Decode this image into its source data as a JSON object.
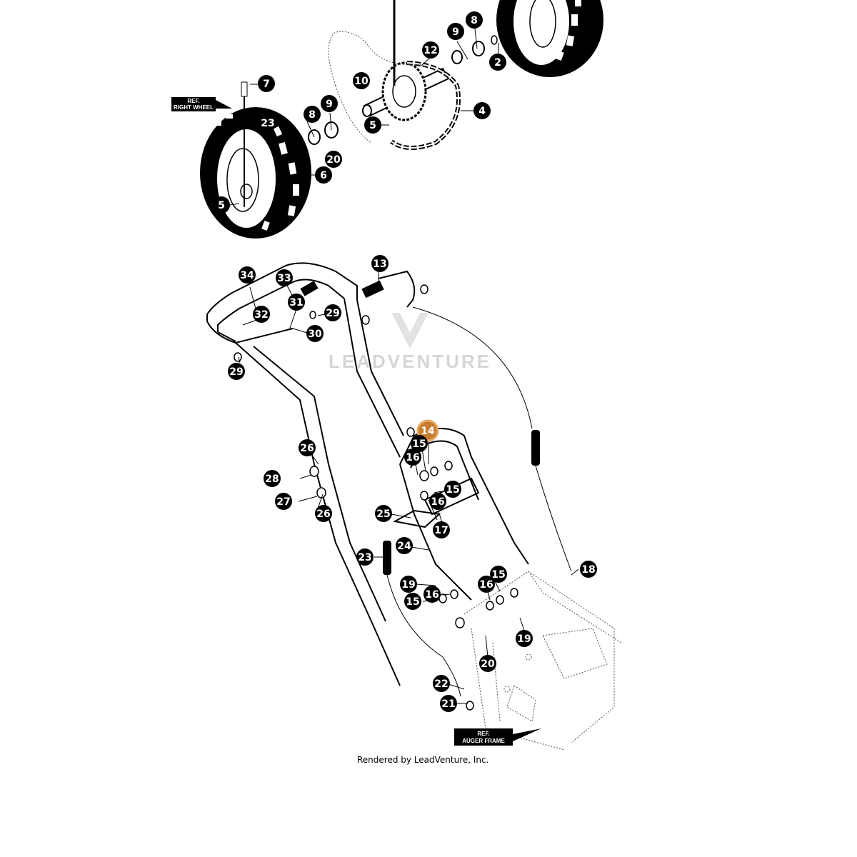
{
  "colors": {
    "callout": "#000000",
    "highlight": "#c87d2e",
    "watermark": "#d6d6d6"
  },
  "ref_labels": {
    "right_wheel": [
      "REF.",
      "RIGHT WHEEL"
    ],
    "auger_frame": [
      "REF.",
      "AUGER FRAME"
    ]
  },
  "watermark": "LEADVENTURE",
  "credit": "Rendered by LeadVenture, Inc.",
  "callouts": [
    {
      "label": "7"
    },
    {
      "label": "8"
    },
    {
      "label": "9"
    },
    {
      "label": "8"
    },
    {
      "label": "9"
    },
    {
      "label": "12"
    },
    {
      "label": "2"
    },
    {
      "label": "10"
    },
    {
      "label": "4"
    },
    {
      "label": "5"
    },
    {
      "label": "23"
    },
    {
      "label": "20"
    },
    {
      "label": "6"
    },
    {
      "label": "5"
    },
    {
      "label": "34"
    },
    {
      "label": "33"
    },
    {
      "label": "13"
    },
    {
      "label": "31"
    },
    {
      "label": "29"
    },
    {
      "label": "32"
    },
    {
      "label": "30"
    },
    {
      "label": "29"
    },
    {
      "label": "14",
      "highlight": true
    },
    {
      "label": "15"
    },
    {
      "label": "16"
    },
    {
      "label": "26"
    },
    {
      "label": "15"
    },
    {
      "label": "28"
    },
    {
      "label": "16"
    },
    {
      "label": "27"
    },
    {
      "label": "26"
    },
    {
      "label": "25"
    },
    {
      "label": "17"
    },
    {
      "label": "24"
    },
    {
      "label": "23"
    },
    {
      "label": "18"
    },
    {
      "label": "15"
    },
    {
      "label": "19"
    },
    {
      "label": "16"
    },
    {
      "label": "16"
    },
    {
      "label": "15"
    },
    {
      "label": "19"
    },
    {
      "label": "20"
    },
    {
      "label": "22"
    },
    {
      "label": "21"
    }
  ]
}
